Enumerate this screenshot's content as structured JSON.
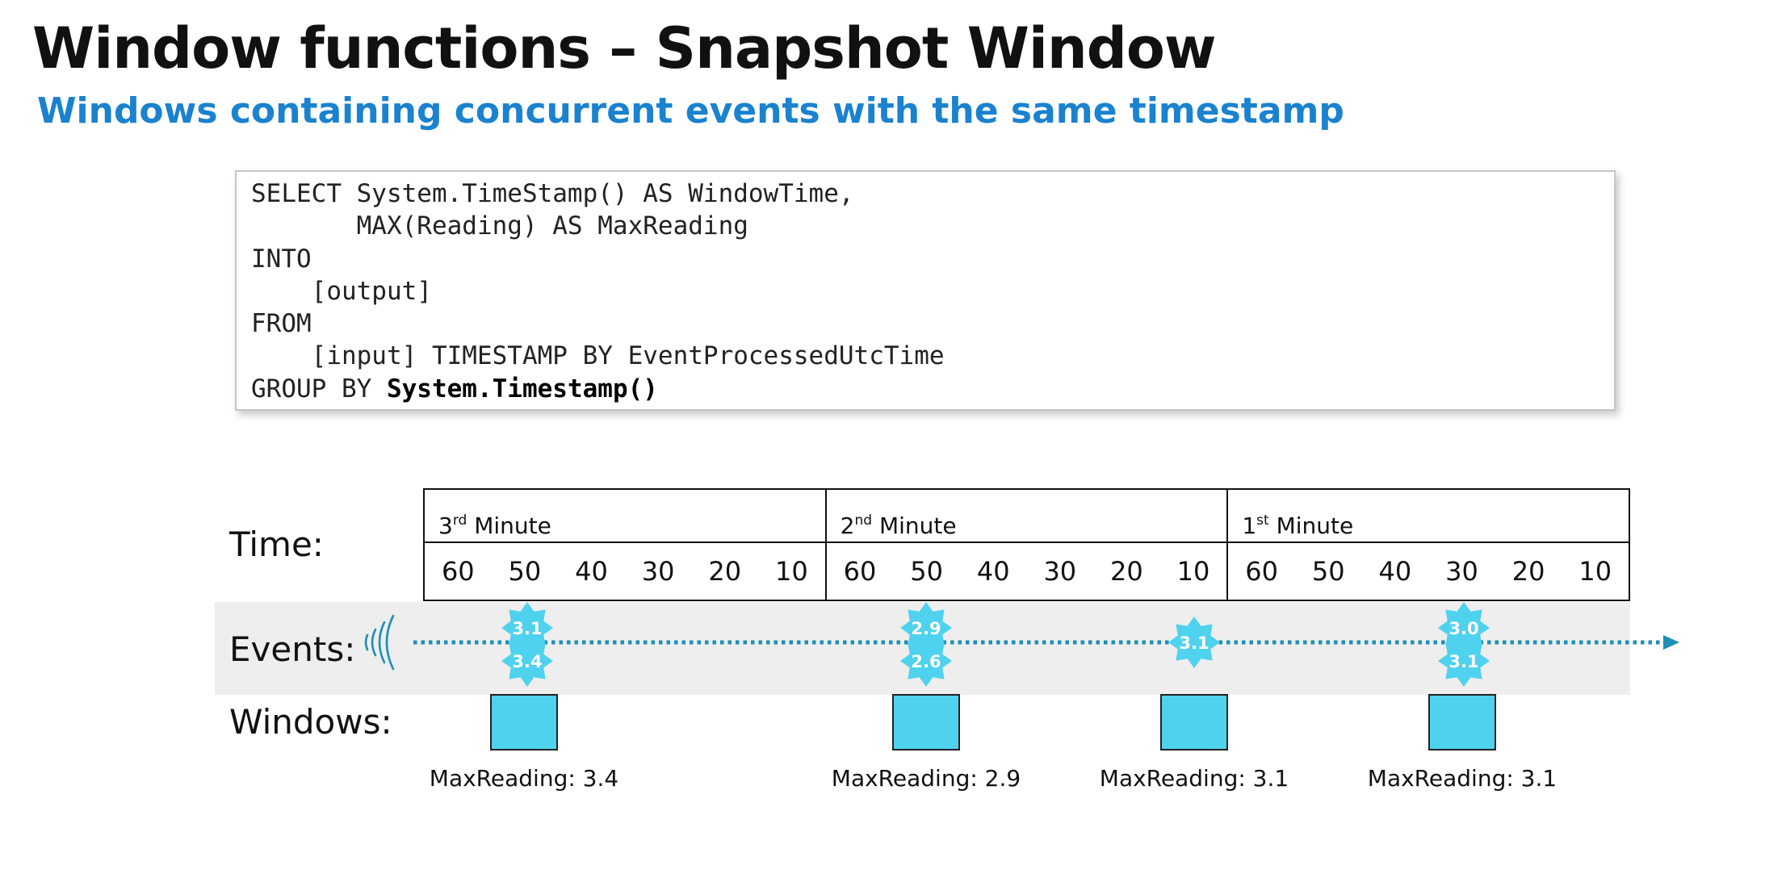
{
  "title": "Window functions – Snapshot Window",
  "subtitle": "Windows containing concurrent events with the same timestamp",
  "code": {
    "lines": [
      "SELECT System.TimeStamp() AS WindowTime,",
      "       MAX(Reading) AS MaxReading",
      "INTO",
      "    [output]",
      "FROM",
      "    [input] TIMESTAMP BY EventProcessedUtcTime"
    ],
    "last_line_prefix": "GROUP BY ",
    "last_line_bold": "System.Timestamp()"
  },
  "labels": {
    "time": "Time:",
    "events": "Events:",
    "windows": "Windows:"
  },
  "minutes": [
    {
      "num": "3",
      "sup": "rd",
      "word": "Minute"
    },
    {
      "num": "2",
      "sup": "nd",
      "word": "Minute"
    },
    {
      "num": "1",
      "sup": "st",
      "word": "Minute"
    }
  ],
  "ticks": [
    "60",
    "50",
    "40",
    "30",
    "20",
    "10"
  ],
  "events": [
    {
      "values": [
        "3.1",
        "3.4"
      ]
    },
    {
      "values": [
        "2.9",
        "2.6"
      ]
    },
    {
      "values": [
        "3.1"
      ]
    },
    {
      "values": [
        "3.0",
        "3.1"
      ]
    }
  ],
  "windows": [
    {
      "caption": "MaxReading: 3.4"
    },
    {
      "caption": "MaxReading: 2.9"
    },
    {
      "caption": "MaxReading: 3.1"
    },
    {
      "caption": "MaxReading: 3.1"
    }
  ],
  "colors": {
    "accent": "#1a82cf",
    "event_badge": "#4fd2ee",
    "timeline": "#1e8fb8",
    "band": "#eeeeee"
  },
  "icons": {
    "event_source": "signal-waves-icon",
    "badge": "starburst-badge",
    "arrow": "arrow-right-icon"
  }
}
